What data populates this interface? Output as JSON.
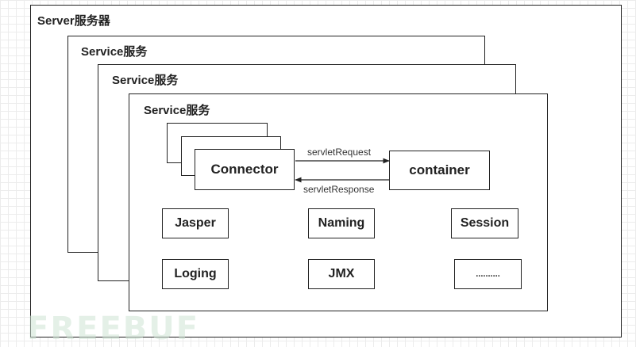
{
  "server": {
    "label": "Server服务器"
  },
  "services": [
    {
      "label": "Service服务"
    },
    {
      "label": "Service服务"
    },
    {
      "label": "Service服务"
    }
  ],
  "connector": {
    "label": "Connector"
  },
  "container": {
    "label": "container"
  },
  "arrows": {
    "request": "servletRequest",
    "response": "servletResponse"
  },
  "components": {
    "jasper": "Jasper",
    "naming": "Naming",
    "session": "Session",
    "loging": "Loging",
    "jmx": "JMX",
    "more": ".........."
  },
  "watermark": "FREEBUF"
}
